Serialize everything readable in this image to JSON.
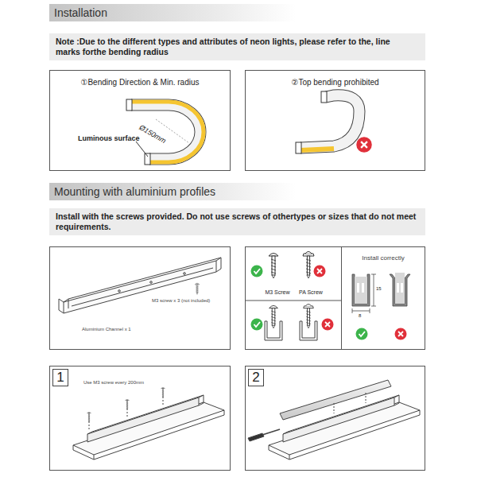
{
  "diagram": {
    "nodes": [
      {
        "text": [
          "Installation"
        ]
      },
      {
        "text": [
          "Note :Due to the different types and attributes of neon lights, please refer to the, line marks forthe bending radius"
        ]
      },
      {
        "text": [
          "①Bending Direction & Min. radius"
        ]
      },
      {
        "text": [
          "②Top bending prohibited"
        ]
      },
      {
        "text": [
          "Mounting with aluminium profiles"
        ]
      },
      {
        "text": [
          "Install with the screws provided.  Do not use screws of othertypes or sizes that do not meet requirements."
        ]
      },
      {
        "text": [
          "M3 screw x 3 (not included)",
          "Aluminium Channel x 1"
        ]
      },
      {
        "text": [
          "M3 Screw",
          "PA Screw"
        ]
      },
      {
        "text": [
          "Install correctly"
        ]
      },
      {
        "text": [
          "1",
          "Use M3 screw every 200mm"
        ]
      },
      {
        "text": [
          "2"
        ]
      }
    ],
    "labels": [
      "Ø150mm",
      "Luminous surface",
      "15",
      "8"
    ]
  }
}
